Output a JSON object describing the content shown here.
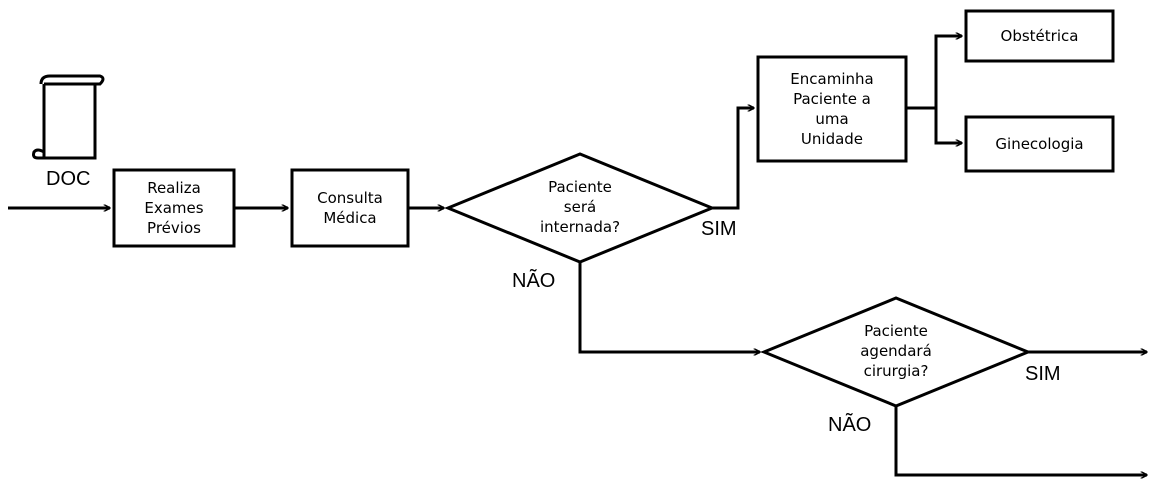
{
  "doc_label": "DOC",
  "boxes": {
    "exames": "Realiza\nExames\nPrévios",
    "consulta": "Consulta\nMédica",
    "encaminha": "Encaminha\nPaciente a\numa\nUnidade",
    "obstetrica": "Obstétrica",
    "ginecologia": "Ginecologia"
  },
  "decisions": {
    "internada": "Paciente\nserá\ninternada?",
    "cirurgia": "Paciente\nagendará\ncirurgia?"
  },
  "branch_labels": {
    "internada_sim": "SIM",
    "internada_nao": "NÃO",
    "cirurgia_sim": "SIM",
    "cirurgia_nao": "NÃO"
  }
}
